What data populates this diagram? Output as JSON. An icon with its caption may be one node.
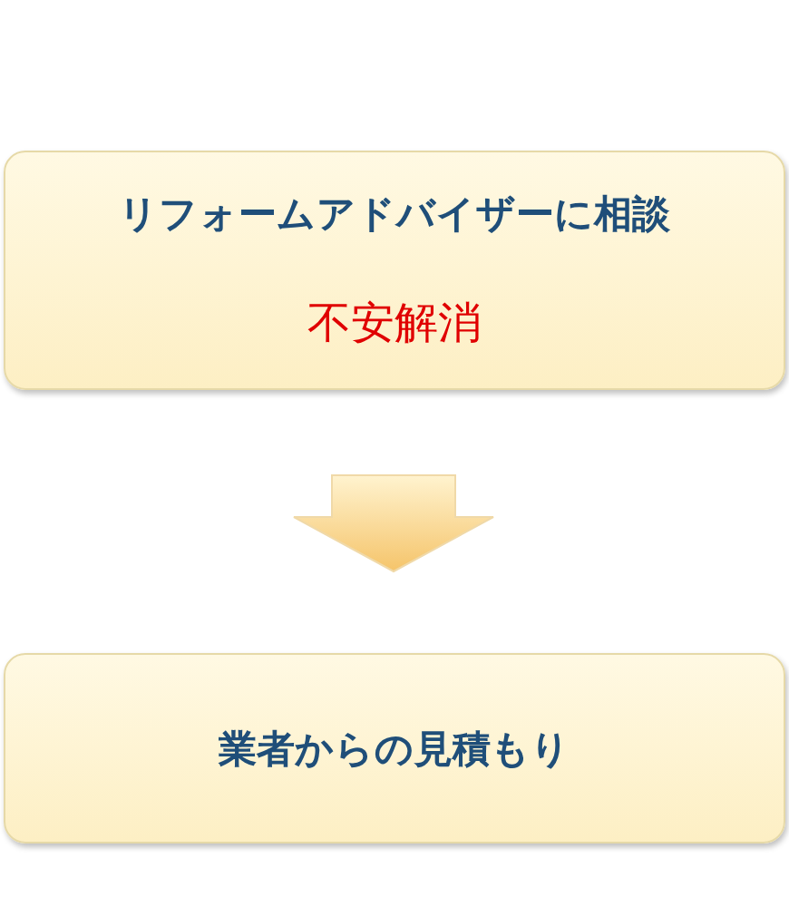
{
  "diagram": {
    "nodes": [
      {
        "text": [
          "リフォームアドバイザーに相談",
          "不安解消"
        ]
      },
      {
        "text": [
          "業者からの見積もり"
        ]
      }
    ],
    "edges": [
      {
        "from": 0,
        "to": 1,
        "arrow": "to"
      }
    ]
  }
}
